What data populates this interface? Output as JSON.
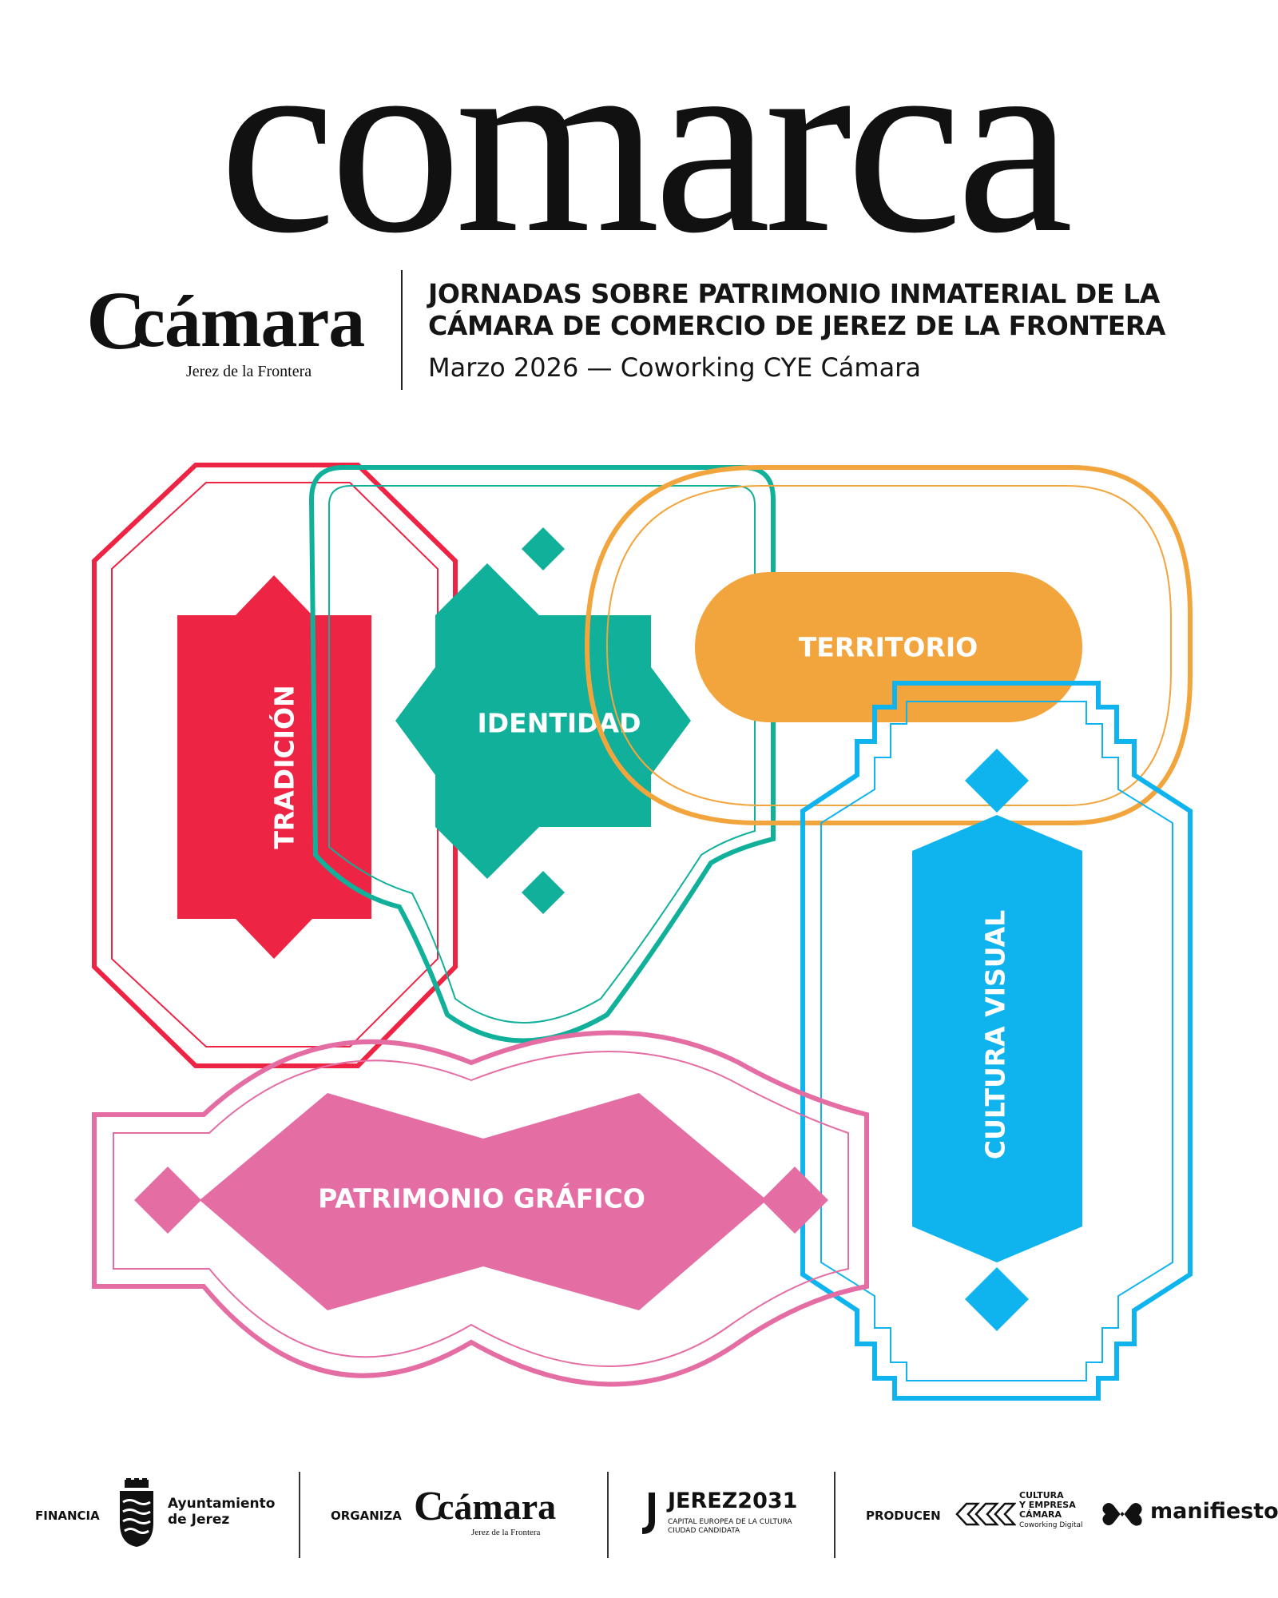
{
  "title": "comarca",
  "header": {
    "logo": {
      "mark": "C",
      "name": "cámara",
      "subtitle": "Jerez de la Frontera"
    },
    "line1": "JORNADAS SOBRE PATRIMONIO INMATERIAL DE LA",
    "line2": "CÁMARA DE COMERCIO DE JEREZ DE LA FRONTERA",
    "date_place": "Marzo 2026 — Coworking CYE Cámara"
  },
  "themes": {
    "tradicion": "TRADICIÓN",
    "identidad": "IDENTIDAD",
    "territorio": "TERRITORIO",
    "cultura_visual": "CULTURA VISUAL",
    "patrimonio_grafico": "PATRIMONIO GRÁFICO"
  },
  "colors": {
    "red": "#ee2445",
    "teal": "#10b09a",
    "orange": "#f3a53d",
    "blue": "#0fb4ee",
    "pink": "#e46da4",
    "ink": "#111111"
  },
  "footer": {
    "financia": {
      "label": "FINANCIA",
      "org_line1": "Ayuntamiento",
      "org_line2": "de Jerez",
      "icon": "crest-icon"
    },
    "organiza": {
      "label": "ORGANIZA",
      "mark": "C",
      "name": "cámara",
      "subtitle": "Jerez de la Frontera"
    },
    "jerez2031": {
      "name": "JEREZ2031",
      "line1": "CAPITAL EUROPEA DE LA CULTURA",
      "line2": "CIUDAD CANDIDATA"
    },
    "producen": {
      "label": "PRODUCEN",
      "cye_line1": "CULTURA",
      "cye_line2": "Y EMPRESA",
      "cye_line3": "CÁMARA",
      "cye_line4": "Coworking Digital",
      "manifiesto": "manifiesto"
    }
  }
}
